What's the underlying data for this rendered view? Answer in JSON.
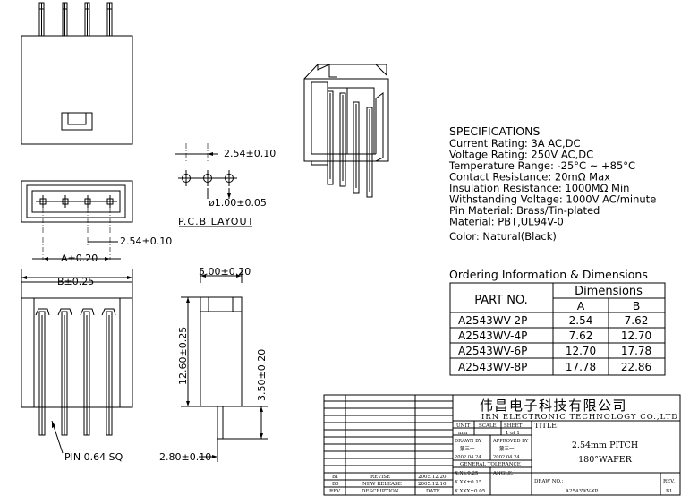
{
  "dimensions": {
    "pitch_top": "2.54±0.10",
    "hole_dia": "ø1.00±0.05",
    "pcb_layout": "P.C.B LAYOUT",
    "pitch_left": "2.54±0.10",
    "dim_a": "A±0.20",
    "dim_b": "B±0.25",
    "width_side": "5.00±0.20",
    "height_total": "12.60±0.25",
    "height_pin": "3.50±0.20",
    "pin_spacing": "2.80±0.10",
    "pin_note": "PIN 0.64 SQ"
  },
  "specifications": {
    "title": "SPECIFICATIONS",
    "lines": [
      "Current Rating: 3A AC,DC",
      "Voltage Rating: 250V AC,DC",
      "Temperature Range: -25°C ~ +85°C",
      "Contact Resistance: 20mΩ Max",
      "Insulation Resistance: 1000MΩ Min",
      "Withstanding Voltage: 1000V AC/minute",
      "Pin Material: Brass/Tin-plated",
      "Material: PBT,UL94V-0",
      "Color: Natural(Black)"
    ]
  },
  "ordering": {
    "title": "Ordering Information & Dimensions",
    "col_part": "PART NO.",
    "col_dims": "Dimensions",
    "col_a": "A",
    "col_b": "B",
    "rows": [
      {
        "part": "A2543WV-2P",
        "a": "2.54",
        "b": "7.62"
      },
      {
        "part": "A2543WV-4P",
        "a": "7.62",
        "b": "12.70"
      },
      {
        "part": "A2543WV-6P",
        "a": "12.70",
        "b": "17.78"
      },
      {
        "part": "A2543WV-8P",
        "a": "17.78",
        "b": "22.86"
      }
    ]
  },
  "title_block": {
    "company_cn": "伟昌电子科技有限公司",
    "company_en": "IRN ELECTRONIC TECHNOLOGY CO.,LTD",
    "unit_label": "UNIT",
    "scale_label": "SCALE",
    "sheet_label": "SHEET",
    "title_label": "TITLE:",
    "unit_value": "mm",
    "sheet_value": "1 of 1",
    "drawn_by": "DRAWN BY",
    "approved_by": "APPROVED BY",
    "drawn_name": "蒙三一",
    "approved_name": "蒙三一",
    "drawn_date": "2002.04.24",
    "approved_date": "2002.04.24",
    "general_tolerance": "GENERAL TOLERANCE",
    "tol_1": "X.X±0.25",
    "tol_2": "X.XX±0.15",
    "tol_3": "X.XXX±0.05",
    "angle_label": "ANGLE:",
    "title_line1": "2.54mm PITCH",
    "title_line2": "180°WAFER",
    "draw_no_label": "DRAW NO.:",
    "draw_no": "A2543WV-XP",
    "rev_label": "REV.",
    "rev_value": "B1",
    "rev_rows": [
      {
        "rev": "B1",
        "desc": "REVISE",
        "date": "2005.12.20"
      },
      {
        "rev": "B0",
        "desc": "NEW RELEASE",
        "date": "2005.12.10"
      }
    ],
    "rev_head": "REV.",
    "desc_head": "DESCRIPTION",
    "date_head": "DATE"
  }
}
